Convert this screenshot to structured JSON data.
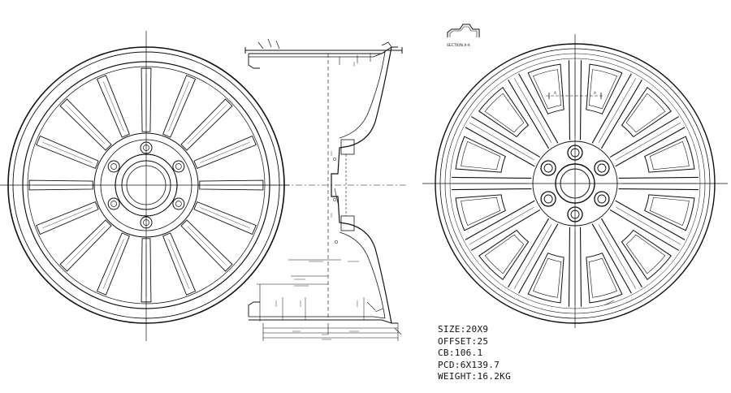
{
  "drawing": {
    "section_label": "SECTION A-A",
    "section_marks": [
      "A",
      "A"
    ]
  },
  "specs": [
    "SIZE:20X9",
    "OFFSET:25",
    "CB:106.1",
    "PCD:6X139.7",
    "WEIGHT:16.2KG"
  ],
  "colors": {
    "line": "#111111",
    "background": "#ffffff"
  },
  "icons": [
    "wheel-front-view",
    "wheel-cross-section",
    "wheel-face-view",
    "section-profile-icon"
  ]
}
